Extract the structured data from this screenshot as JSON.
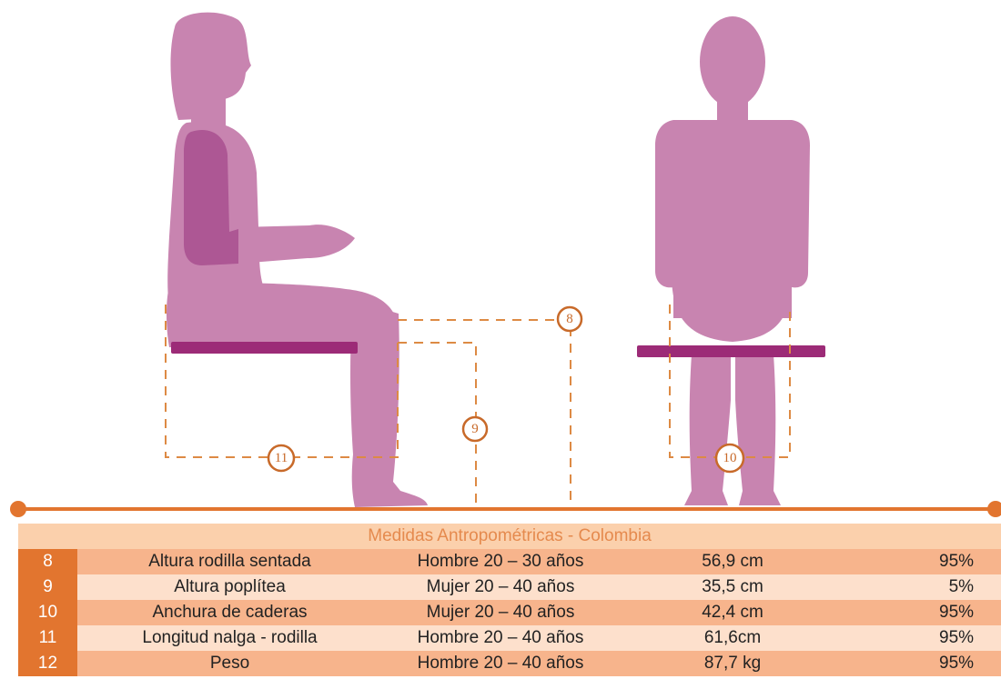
{
  "colors": {
    "figure": "#c884b0",
    "arm_shade": "#a84f8f",
    "seat": "#9c2b77",
    "accent": "#e2752f",
    "dashed": "#dd8a44",
    "header_bg": "#fbd0ac",
    "row_dark": "#f7b48c",
    "row_light": "#fde0cc"
  },
  "badges": {
    "b8": "8",
    "b9": "9",
    "b10": "10",
    "b11": "11"
  },
  "table": {
    "title": "Medidas Antropométricas - Colombia",
    "rows": [
      {
        "num": "8",
        "measure": "Altura rodilla sentada",
        "group": "Hombre 20 – 30 años",
        "value": "56,9 cm",
        "pct": "95%"
      },
      {
        "num": "9",
        "measure": "Altura poplítea",
        "group": "Mujer 20 – 40 años",
        "value": "35,5 cm",
        "pct": "5%"
      },
      {
        "num": "10",
        "measure": "Anchura de caderas",
        "group": "Mujer 20 – 40 años",
        "value": "42,4 cm",
        "pct": "95%"
      },
      {
        "num": "11",
        "measure": "Longitud nalga - rodilla",
        "group": "Hombre 20 – 40 años",
        "value": "61,6cm",
        "pct": "95%"
      },
      {
        "num": "12",
        "measure": "Peso",
        "group": "Hombre 20 – 40 años",
        "value": "87,7 kg",
        "pct": "95%"
      }
    ]
  }
}
